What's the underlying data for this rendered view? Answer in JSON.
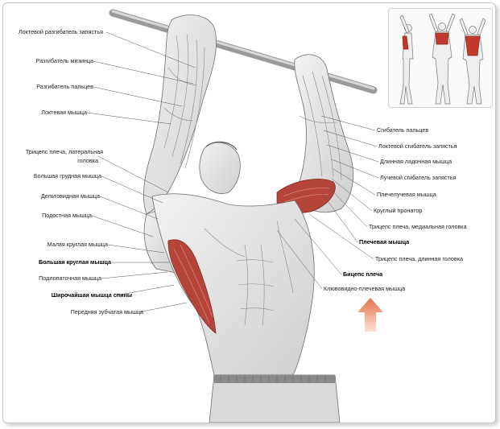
{
  "labels_left": [
    {
      "id": "ext-carpi-ulnaris",
      "text": "Локтевой разгибатель запястья",
      "bold": false
    },
    {
      "id": "ext-digiti-minimi",
      "text": "Разгибатель мизинца",
      "bold": false
    },
    {
      "id": "ext-digitorum",
      "text": "Разгибатель пальцев",
      "bold": false
    },
    {
      "id": "anconeus",
      "text": "Локтевая мышца",
      "bold": false
    },
    {
      "id": "triceps-lateral-1",
      "text": "Трицепс плеча, латеральная",
      "bold": false
    },
    {
      "id": "triceps-lateral-2",
      "text": "головка",
      "bold": false
    },
    {
      "id": "pectoralis-major",
      "text": "Большая грудная мышца",
      "bold": false
    },
    {
      "id": "deltoid",
      "text": "Дельтовидная мышца",
      "bold": false
    },
    {
      "id": "infraspinatus",
      "text": "Подостная мышца",
      "bold": false
    },
    {
      "id": "teres-minor",
      "text": "Малая круглая мышца",
      "bold": false
    },
    {
      "id": "teres-major",
      "text": "Большая круглая мышца",
      "bold": true
    },
    {
      "id": "subscapularis",
      "text": "Подлопаточная мышца",
      "bold": false
    },
    {
      "id": "latissimus",
      "text": "Широчайшая мышца спины",
      "bold": true
    },
    {
      "id": "serratus",
      "text": "Передняя зубчатая мышца",
      "bold": false
    }
  ],
  "labels_right": [
    {
      "id": "flexor-digitorum",
      "text": "Сгибатель пальцев",
      "bold": false
    },
    {
      "id": "flexor-carpi-ulnaris",
      "text": "Локтевой сгибатель запястья",
      "bold": false
    },
    {
      "id": "palmaris-longus",
      "text": "Длинная ладонная мышца",
      "bold": false
    },
    {
      "id": "flexor-carpi-radialis",
      "text": "Лучевой сгибатель запястья",
      "bold": false
    },
    {
      "id": "brachioradialis",
      "text": "Плечелучевая мышца",
      "bold": false
    },
    {
      "id": "pronator-teres",
      "text": "Круглый пронатор",
      "bold": false
    },
    {
      "id": "triceps-medial",
      "text": "Трицепс плеча, медиальная головка",
      "bold": false
    },
    {
      "id": "brachialis",
      "text": "Плечевая мышца",
      "bold": true
    },
    {
      "id": "triceps-long",
      "text": "Трицепс плеча, длинная головка",
      "bold": false
    },
    {
      "id": "biceps",
      "text": "Бицепс плеча",
      "bold": true
    },
    {
      "id": "coracobrachialis",
      "text": "Клювовидно-плечевая мышца",
      "bold": false
    }
  ],
  "colors": {
    "muscle_highlight": "#b5453a",
    "arrow": "#e8704a",
    "sketch": "#6e6e6e",
    "leader": "#555555"
  },
  "icons": {
    "direction_arrow": "up-arrow",
    "inset": "muscle-map-thumbnails"
  }
}
